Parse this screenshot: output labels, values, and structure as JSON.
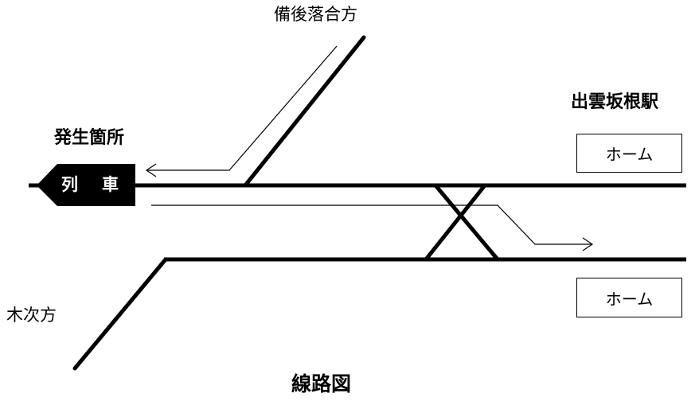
{
  "labels": {
    "bingo_ochiai_direction": "備後落合方",
    "izumo_sakane_station": "出雲坂根駅",
    "accident_location": "発生箇所",
    "kisuki_direction": "木次方",
    "title": "線路図"
  },
  "platforms": {
    "upper": "ホーム",
    "lower": "ホーム"
  },
  "train": {
    "char_1": "列",
    "char_2": "車"
  },
  "colors": {
    "line": "#000000",
    "background": "#ffffff",
    "train_fill": "#000000",
    "train_text": "#ffffff"
  }
}
